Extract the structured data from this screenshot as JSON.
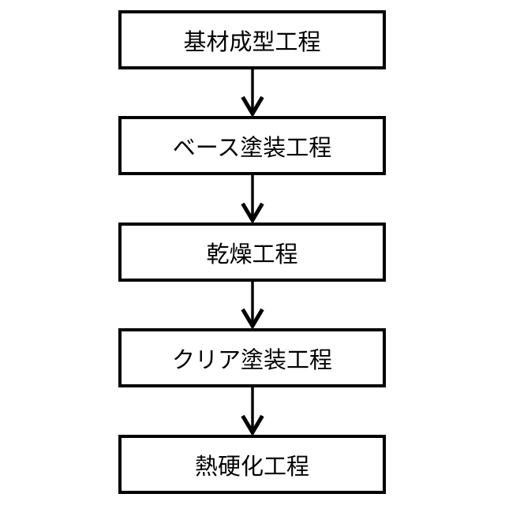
{
  "flowchart": {
    "background": "#ffffff",
    "stroke_color": "#000000",
    "direction": "top-to-bottom",
    "steps": [
      {
        "label": "基材成型工程"
      },
      {
        "label": "ベース塗装工程"
      },
      {
        "label": "乾燥工程"
      },
      {
        "label": "クリア塗装工程"
      },
      {
        "label": "熱硬化工程"
      }
    ],
    "connector": "down-arrow"
  }
}
